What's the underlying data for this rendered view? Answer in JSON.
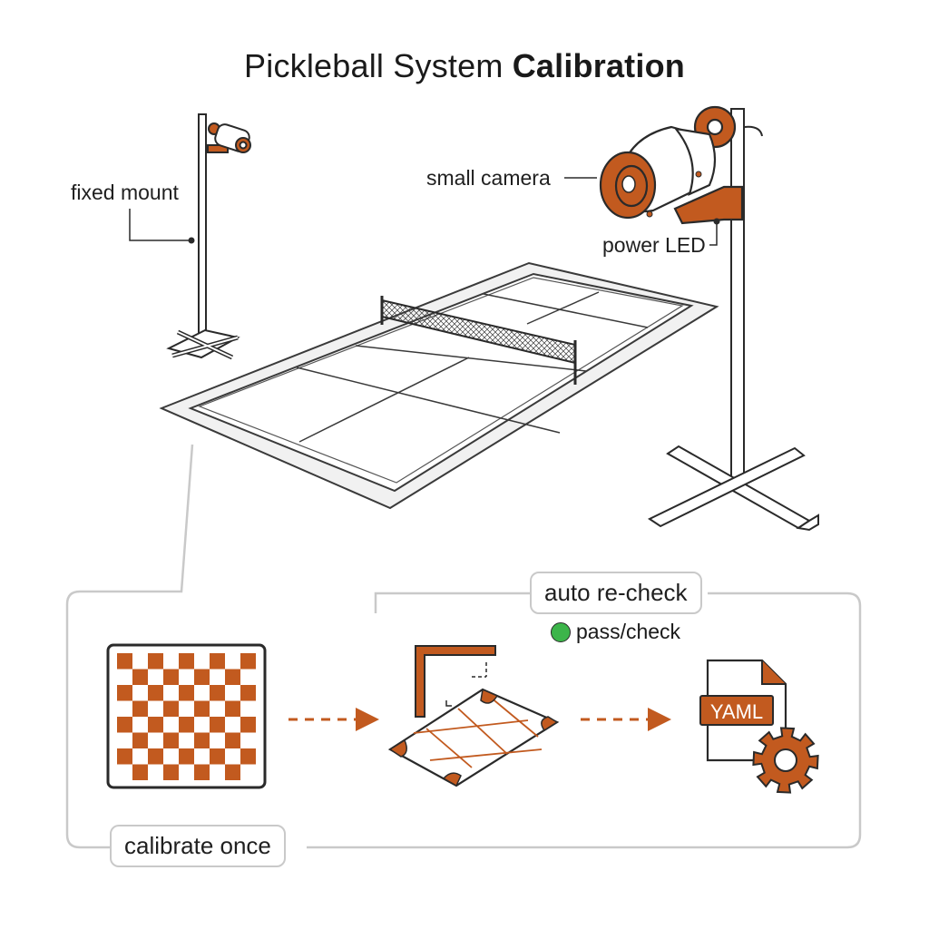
{
  "title": {
    "regular": "Pickleball System ",
    "bold": "Calibration"
  },
  "labels": {
    "fixed_mount": "fixed mount",
    "small_camera": "small camera",
    "power_led": "power LED"
  },
  "workflow": {
    "auto_recheck": "auto re-check",
    "status_text": "pass/check",
    "file_badge": "YAML",
    "calibrate_once": "calibrate once"
  },
  "colors": {
    "accent": "#c25a1f",
    "outline": "#2a2a2a",
    "frame": "#c9c9c9",
    "status_ok": "#3cb54a"
  },
  "icons": [
    "checkerboard-icon",
    "camera-icon",
    "gear-icon",
    "document-icon",
    "arrow-right-icon"
  ]
}
